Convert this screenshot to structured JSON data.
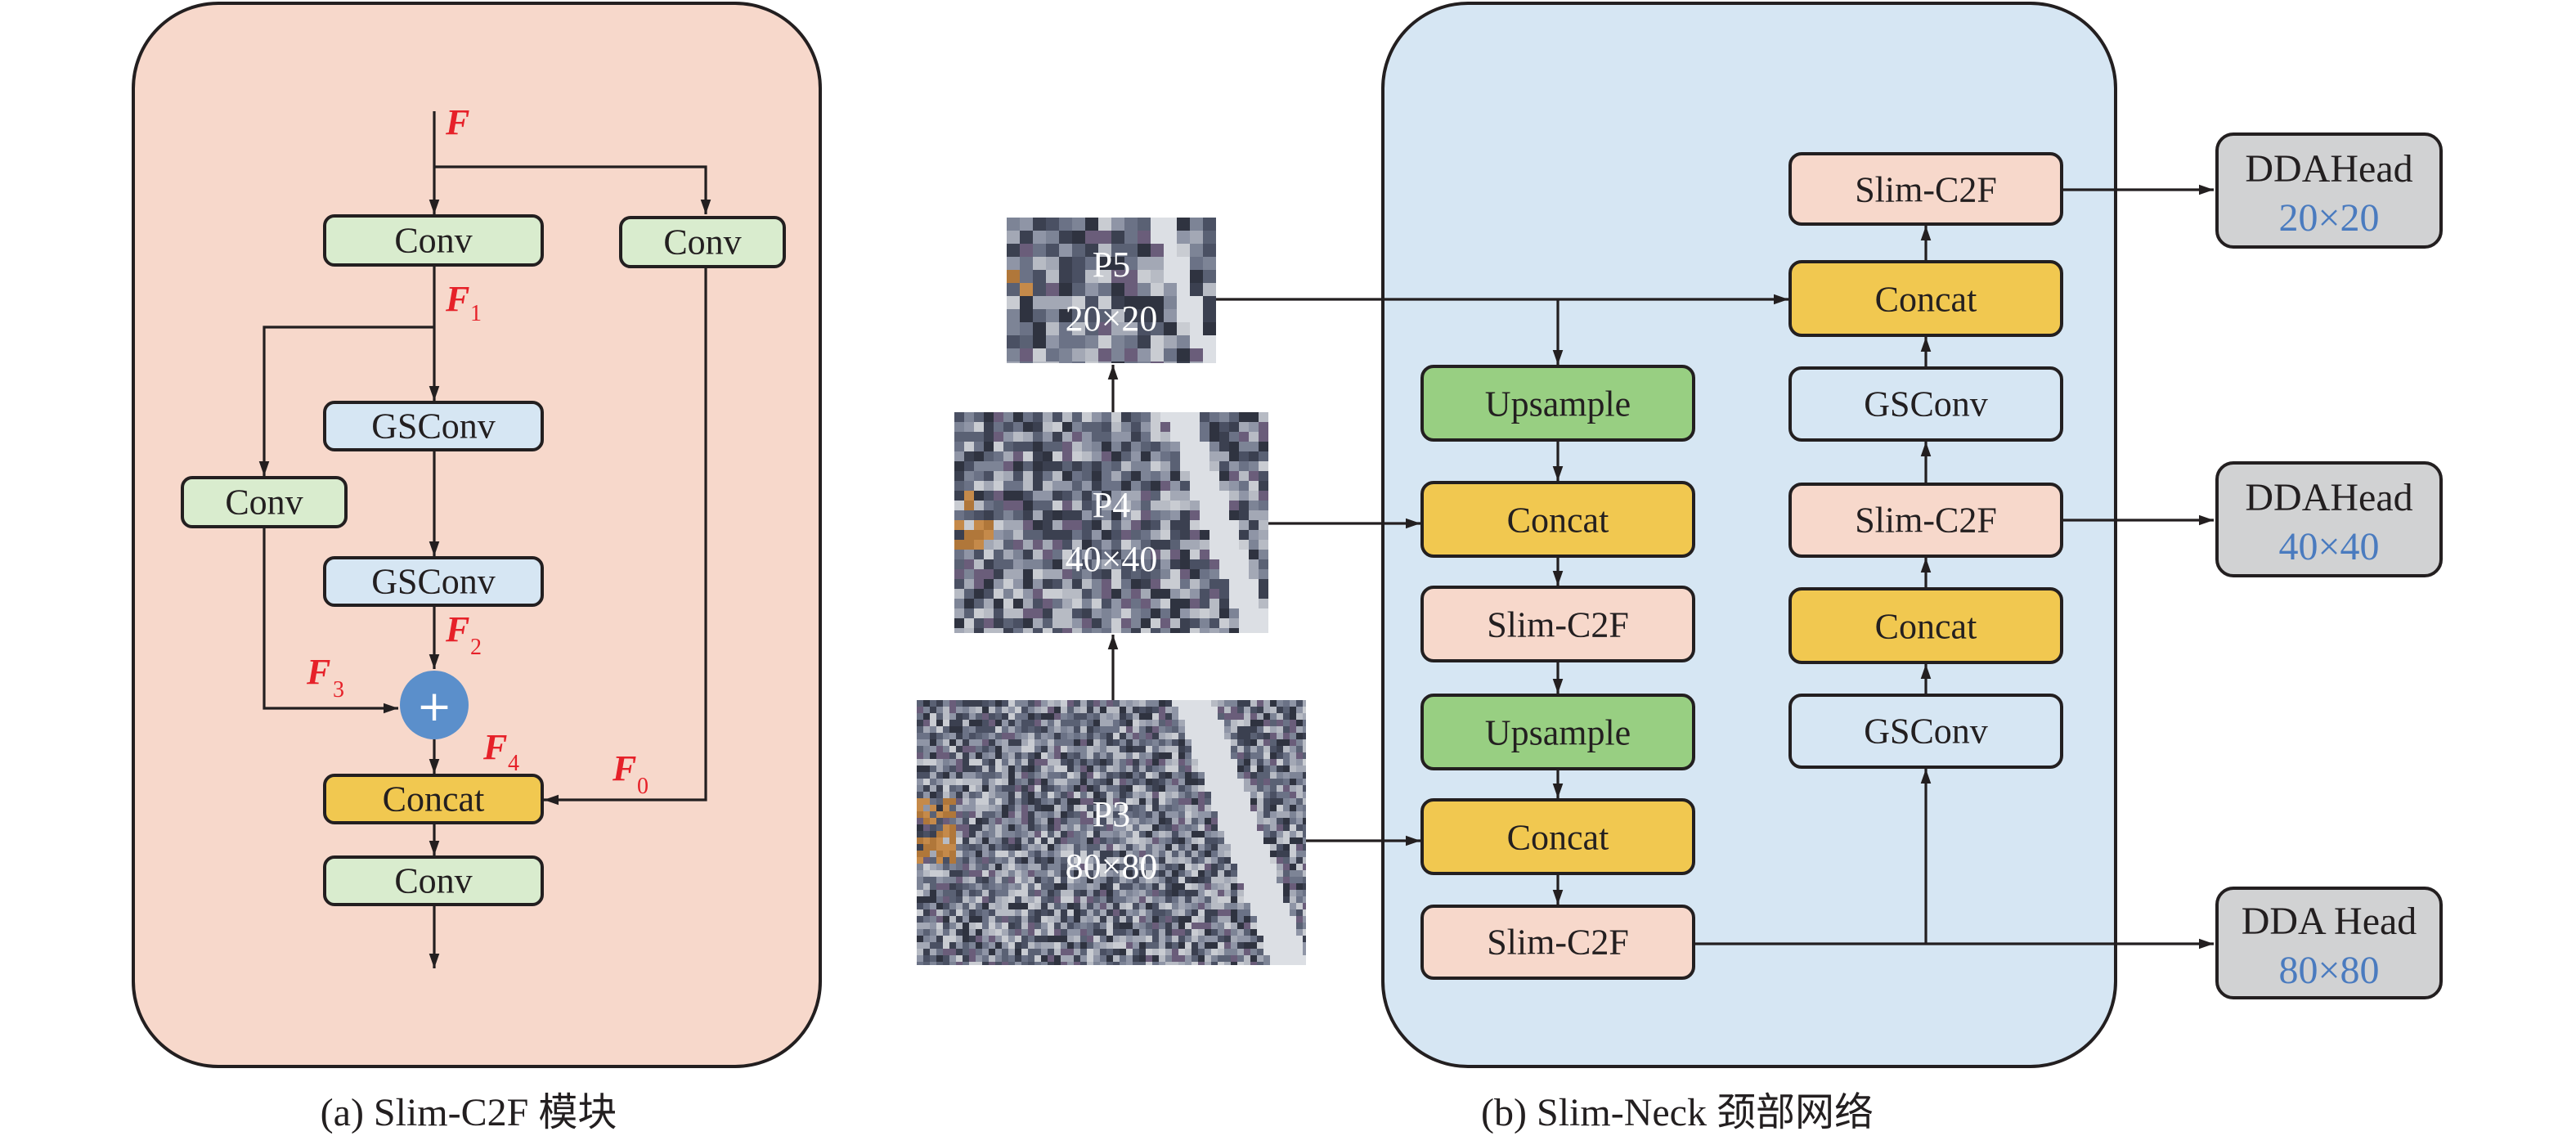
{
  "colors": {
    "panel_a_bg": "#f7d8cb",
    "panel_b_bg": "#d6e6f3",
    "conv": "#d9ecce",
    "gsconv_a": "#d6e6f3",
    "gsconv_b": "#d6e6f3",
    "concat": "#f1c850",
    "slim_c2f": "#f7d8cb",
    "upsample": "#98cf82",
    "head": "#d1d2d3",
    "plus": "#5b8fcb",
    "label_red": "#e62129",
    "head_size_blue": "#4a7bbf"
  },
  "panel_a": {
    "caption": "(a) Slim-C2F 模块",
    "input_label": "F",
    "blocks": {
      "conv_main": "Conv",
      "conv_side": "Conv",
      "gsconv_1": "GSConv",
      "conv_left": "Conv",
      "gsconv_2": "GSConv",
      "concat": "Concat",
      "conv_out": "Conv"
    },
    "feature_labels": {
      "f1": {
        "main": "F",
        "sub": "1"
      },
      "f2": {
        "main": "F",
        "sub": "2"
      },
      "f3": {
        "main": "F",
        "sub": "3"
      },
      "f4": {
        "main": "F",
        "sub": "4"
      },
      "f0": {
        "main": "F",
        "sub": "0"
      }
    },
    "plus_symbol": "+"
  },
  "feature_maps": [
    {
      "name": "P5",
      "size": "20×20"
    },
    {
      "name": "P4",
      "size": "40×40"
    },
    {
      "name": "P3",
      "size": "80×80"
    }
  ],
  "panel_b": {
    "caption": "(b) Slim-Neck 颈部网络",
    "left_column": [
      "Upsample",
      "Concat",
      "Slim-C2F",
      "Upsample",
      "Concat",
      "Slim-C2F"
    ],
    "right_column": [
      "Slim-C2F",
      "Concat",
      "GSConv",
      "Slim-C2F",
      "Concat",
      "GSConv"
    ]
  },
  "heads": [
    {
      "name": "DDAHead",
      "size": "20×20"
    },
    {
      "name": "DDAHead",
      "size": "40×40"
    },
    {
      "name": "DDA Head",
      "size": "80×80"
    }
  ]
}
